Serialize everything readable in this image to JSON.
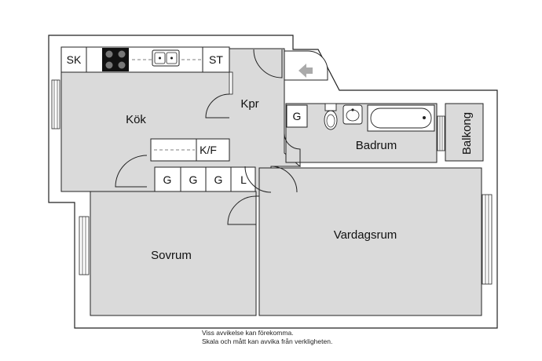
{
  "rooms": {
    "kitchen": "Kök",
    "hall": "Kpr",
    "bathroom": "Badrum",
    "balcony": "Balkong",
    "bedroom": "Sovrum",
    "living": "Vardagsrum"
  },
  "fixtures": {
    "freezer": "SK",
    "cabinet": "ST",
    "fridge_freezer": "K/F",
    "bath_cabinet": "G",
    "wardrobe_1": "G",
    "wardrobe_2": "G",
    "wardrobe_3": "G",
    "linen": "L"
  },
  "disclaimer": {
    "line1": "Viss avvikelse kan förekomma.",
    "line2": "Skala och mått kan avvika från verkligheten."
  },
  "colors": {
    "wall": "#ffffff",
    "wall_outline": "#222222",
    "floor": "#dadada",
    "background": "#ffffff"
  }
}
